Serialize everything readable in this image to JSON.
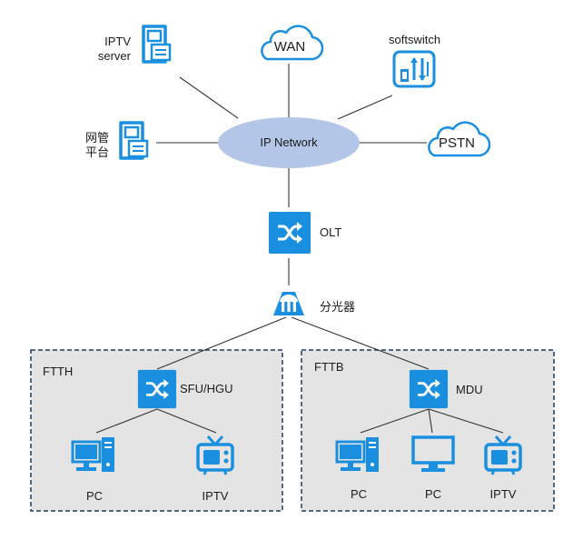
{
  "nodes": {
    "iptv_server": {
      "label": "IPTV\nserver",
      "icon": "server-icon"
    },
    "nms": {
      "label": "网管\n平台",
      "icon": "server-icon"
    },
    "wan": {
      "label": "WAN",
      "icon": "cloud-icon"
    },
    "softswitch": {
      "label": "softswitch",
      "icon": "softswitch-icon"
    },
    "pstn": {
      "label": "PSTN",
      "icon": "cloud-icon"
    },
    "ip_network": {
      "label": "IP Network"
    },
    "olt": {
      "label": "OLT",
      "icon": "switch-icon"
    },
    "splitter": {
      "label": "分光器",
      "icon": "splitter-icon"
    }
  },
  "groups": {
    "ftth": {
      "label": "FTTH",
      "device": {
        "label": "SFU/HGU",
        "icon": "switch-icon"
      },
      "endpoints": [
        {
          "label": "PC",
          "icon": "desktop-pc-icon"
        },
        {
          "label": "IPTV",
          "icon": "tv-icon"
        }
      ]
    },
    "fttb": {
      "label": "FTTB",
      "device": {
        "label": "MDU",
        "icon": "switch-icon"
      },
      "endpoints": [
        {
          "label": "PC",
          "icon": "desktop-pc-icon"
        },
        {
          "label": "PC",
          "icon": "monitor-pc-icon"
        },
        {
          "label": "IPTV",
          "icon": "tv-icon"
        }
      ]
    }
  },
  "colors": {
    "icon_blue": "#1a8fe0",
    "ellipse_fill": "#b3c6e8",
    "group_fill": "#e4e4e4",
    "group_border": "#1f3b5c",
    "line": "#333333"
  }
}
